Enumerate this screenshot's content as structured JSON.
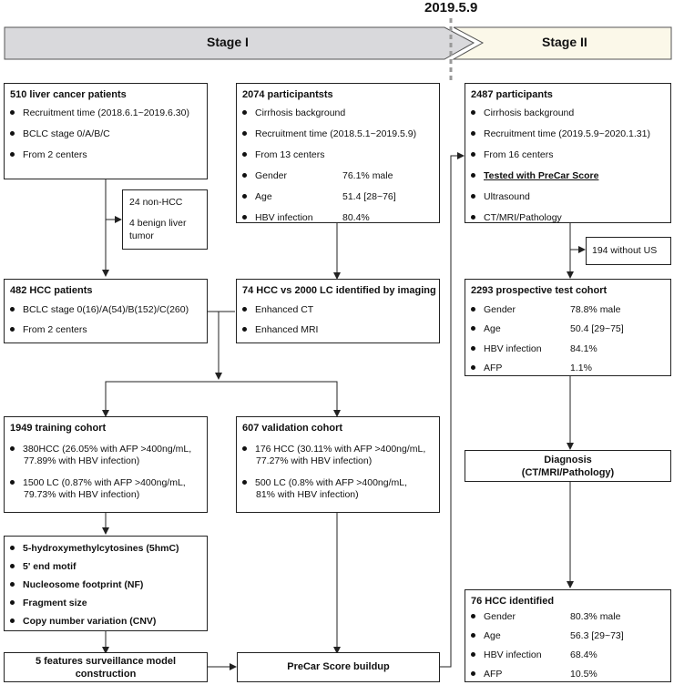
{
  "date_marker": "2019.5.9",
  "stages": {
    "stage1": "Stage I",
    "stage2": "Stage II"
  },
  "box_patients": {
    "title": "510 liver cancer patients",
    "items": [
      "Recruitment time (2018.6.1~2019.6.30)",
      "BCLC stage 0/A/B/C",
      "From 2 centers"
    ]
  },
  "box_participants": {
    "title": "2074 participantsts",
    "items": [
      "Cirrhosis background",
      "Recruitment time (2018.5.1~2019.5.9)",
      "From 13 centers"
    ],
    "stats": [
      {
        "label": "Gender",
        "value": "76.1% male"
      },
      {
        "label": "Age",
        "value": "51.4  [28~76]"
      },
      {
        "label": "HBV infection",
        "value": "80.4%"
      }
    ]
  },
  "box_excluded": {
    "line1": "24 non-HCC",
    "line2": "4  benign liver",
    "line3": "tumor"
  },
  "box_hcc482": {
    "title": "482 HCC patients",
    "items": [
      "BCLC stage 0(16)/A(54)/B(152)/C(260)",
      "From 2 centers"
    ]
  },
  "box_imaging": {
    "title": "74 HCC vs 2000 LC identified by imaging",
    "items": [
      "Enhanced CT",
      "Enhanced MRI"
    ]
  },
  "box_training": {
    "title": "1949 training cohort",
    "item1": [
      "380HCC (26.05% with AFP >400ng/mL,",
      "77.89% with HBV infection)"
    ],
    "item2": [
      "1500 LC (0.87% with AFP >400ng/mL,",
      "79.73% with HBV infection)"
    ]
  },
  "box_validation": {
    "title": "607 validation cohort",
    "item1": [
      "176 HCC (30.11% with AFP >400ng/mL,",
      "77.27% with HBV infection)"
    ],
    "item2": [
      "500 LC (0.8% with AFP >400ng/mL,",
      "81% with HBV infection)"
    ]
  },
  "box_features": {
    "items": [
      "5-hydroxymethylcytosines (5hmC)",
      "5' end motif",
      "Nucleosome footprint (NF)",
      "Fragment size",
      "Copy number variation (CNV)"
    ]
  },
  "box_model": {
    "line1": "5 features surveillance model",
    "line2": "construction"
  },
  "box_precar": {
    "label": "PreCar Score buildup"
  },
  "box_stage2": {
    "title": "2487 participants",
    "items": [
      "Cirrhosis background",
      "Recruitment time (2019.5.9~2020.1.31)",
      "From 16 centers",
      "Tested with PreCar Score",
      "Ultrasound",
      "CT/MRI/Pathology"
    ]
  },
  "box_without_us": {
    "label": "194 without US"
  },
  "box_prospective": {
    "title": "2293 prospective test cohort",
    "stats": [
      {
        "label": "Gender",
        "value": "78.8% male"
      },
      {
        "label": "Age",
        "value": "50.4 [29~75]"
      },
      {
        "label": "HBV infection",
        "value": "84.1%"
      },
      {
        "label": "AFP",
        "value": "1.1%"
      }
    ]
  },
  "box_diagnosis": {
    "line1": "Diagnosis",
    "line2": "(CT/MRI/Pathology)"
  },
  "box_identified": {
    "title": "76 HCC identified",
    "stats": [
      {
        "label": "Gender",
        "value": "80.3% male"
      },
      {
        "label": "Age",
        "value": "56.3 [29~73]"
      },
      {
        "label": "HBV infection",
        "value": "68.4%"
      },
      {
        "label": "AFP",
        "value": "10.5%"
      }
    ]
  },
  "colors": {
    "stage1_fill": "#d9d9dc",
    "stage2_fill": "#fbf8e9",
    "line": "#222222",
    "dashed": "#999999"
  }
}
